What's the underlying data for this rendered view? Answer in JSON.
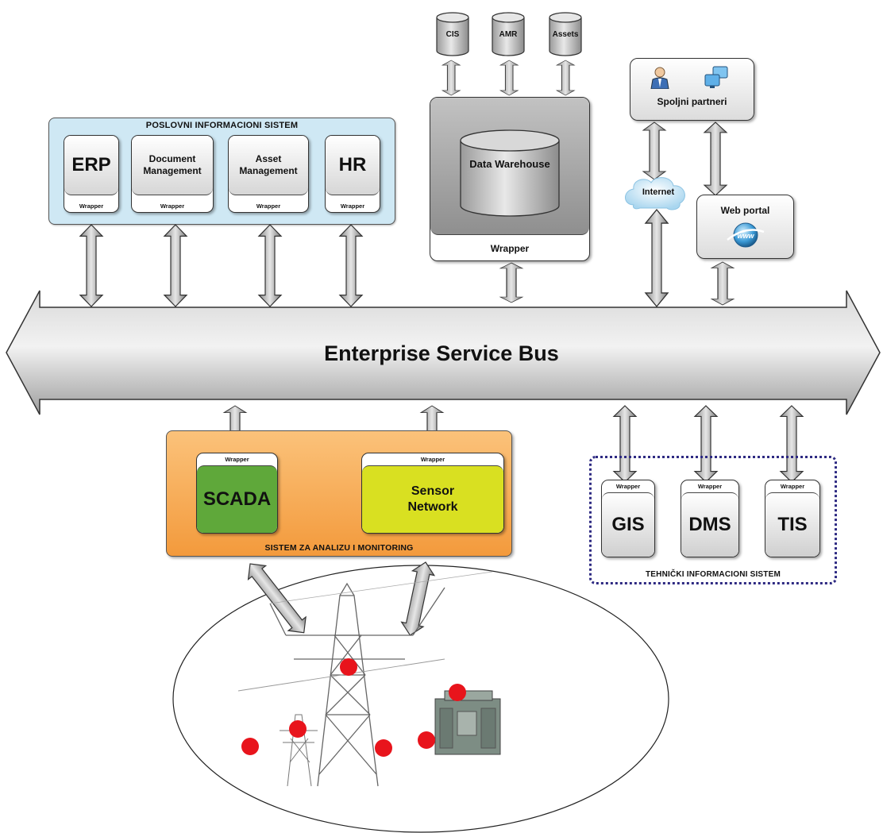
{
  "erp_panel": {
    "title": "POSLOVNI INFORMACIONI SISTEM",
    "modules": [
      {
        "label": "ERP",
        "wrapper": "Wrapper"
      },
      {
        "label": "Document Management",
        "wrapper": "Wrapper"
      },
      {
        "label": "Asset Management",
        "wrapper": "Wrapper"
      },
      {
        "label": "HR",
        "wrapper": "Wrapper"
      }
    ]
  },
  "data_warehouse": {
    "sources": [
      "CIS",
      "AMR",
      "Assets"
    ],
    "label": "Data Warehouse",
    "wrapper": "Wrapper"
  },
  "external": {
    "partners": "Spoljni partneri",
    "internet": "Internet",
    "web_portal": "Web portal",
    "www": "www"
  },
  "bus": {
    "label": "Enterprise Service Bus"
  },
  "monitoring_panel": {
    "title": "SISTEM ZA ANALIZU I MONITORING",
    "modules": [
      {
        "label": "SCADA",
        "wrapper": "Wrapper",
        "color": "#5fa83a"
      },
      {
        "label": "Sensor Network",
        "wrapper": "Wrapper",
        "color": "#d9e021"
      }
    ]
  },
  "technical_panel": {
    "title": "TEHNIČKI INFORMACIONI SISTEM",
    "modules": [
      {
        "label": "GIS",
        "wrapper": "Wrapper"
      },
      {
        "label": "DMS",
        "wrapper": "Wrapper"
      },
      {
        "label": "TIS",
        "wrapper": "Wrapper"
      }
    ]
  },
  "colors": {
    "erp_panel_bg": "#cfe8f4",
    "monitoring_bg": "#f6a850",
    "sensor_dot": "#e8141c",
    "bus_fill": "#bdbdbd"
  },
  "icons": [
    "person-icon",
    "computers-icon",
    "globe-icon",
    "cloud-icon",
    "power-tower-icon",
    "transformer-icon"
  ]
}
